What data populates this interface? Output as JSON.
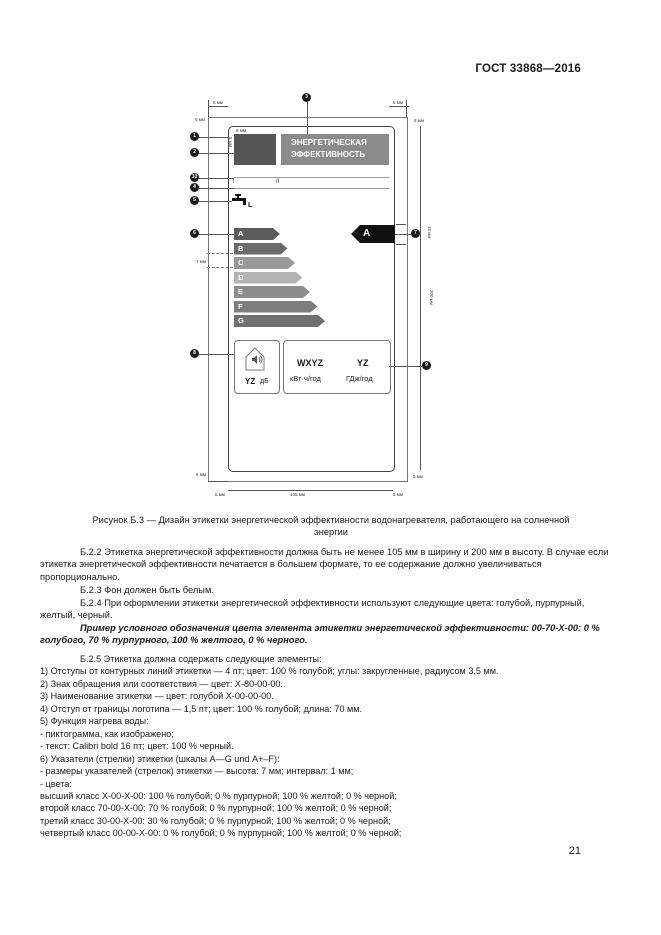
{
  "header": {
    "standard": "ГОСТ 33868—2016"
  },
  "figure": {
    "label_title_line1": "ЭНЕРГЕТИЧЕСКАЯ",
    "label_title_line2": "ЭФФЕКТИВНОСТЬ",
    "roman_1": "I",
    "roman_2": "II",
    "tap_sub": "L",
    "scale": [
      "A",
      "B",
      "C",
      "D",
      "E",
      "F",
      "G"
    ],
    "scale_colors": [
      "#5c5c5c",
      "#6b6b6b",
      "#999999",
      "#b3b3b3",
      "#8c8c8c",
      "#7d7d7d",
      "#707070"
    ],
    "indicator": "A",
    "sound_value": "YZ",
    "sound_unit": "дБ",
    "energy_value": "WXYZ",
    "energy_unit": "кВт·ч/год",
    "heat_value": "YZ",
    "heat_unit": "ГДж/год",
    "callouts": [
      "1",
      "2",
      "3",
      "4",
      "5",
      "6",
      "7",
      "8",
      "9",
      "10"
    ],
    "dims": {
      "top_left": "5 мм",
      "top_right": "5 мм",
      "left_top": "5 мм",
      "right_top": "5 мм",
      "inner_small": "5 мм",
      "logo_dim": "5 мм",
      "arrow_height": "12 мм",
      "interval": "7 мм",
      "height": "200 мм",
      "bottom_left": "5 мм",
      "bottom_right": "5 мм",
      "width_left": "5 мм",
      "width": "105 мм",
      "width_right": "5 мм"
    }
  },
  "caption": {
    "line1": "Рисунок Б.3 — Дизайн этикетки энергетической эффективности водонагревателя, работающего на солнечной",
    "line2": "энергии"
  },
  "paragraphs": [
    "Б.2.2 Этикетка энергетической эффективности должна быть не менее 105 мм в ширину и 200 мм в высоту. В случае если этикетка энергетической эффективности печатается в большем формате, то ее содержание должно увеличиваться пропорционально.",
    "Б.2.3  Фон должен быть белым.",
    "Б.2.4 При оформлении этикетки энергетической эффективности используют следующие цвета: голубой, пурпурный, желтый, черный."
  ],
  "example": "Пример условного обозначения цвета элемента этикетки энергетической эффективности: 00-70-Х-00: 0 % голубого, 70 % пурпурного, 100 % желтого, 0 % черного.",
  "list": [
    "Б.2.5 Этикетка должна содержать следующие элементы:",
    "1) Отступы от контурных линий этикетки — 4 пт; цвет: 100 % голубой; углы: закругленные, радиусом 3,5 мм.",
    "2) Знак обращения или соответствия — цвет: Х-80-00-00.",
    "3) Наименование этикетки — цвет: голубой Х-00-00-00.",
    "4) Отступ от границы логотипа — 1,5 пт; цвет: 100 % голубой; длина: 70 мм.",
    "5) Функция нагрева воды:",
    "- пиктограмма, как изображено;",
    "- текст: Calibri bold 16 пт; цвет: 100 % черный.",
    "6) Указатели (стрелки) этикетки (шкалы А—G und А+–F):",
    "- размеры указателей (стрелок) этикетки — высота: 7 мм; интервал: 1 мм;",
    "- цвета:",
    "высший класс Х-00-Х-00: 100 % голубой; 0 % пурпурной; 100 % желтой; 0 % черной;",
    "второй класс 70-00-Х-00: 70 % голубой; 0 % пурпурной; 100 % желтой; 0 % черной;",
    "третий класс 30-00-Х-00: 30 % голубой; 0 % пурпурной; 100 % желтой; 0 % черной;",
    "четвертый класс 00-00-Х-00: 0 % голубой; 0 % пурпурной; 100 % желтой; 0 % черной;"
  ],
  "footer": {
    "page": "21"
  }
}
